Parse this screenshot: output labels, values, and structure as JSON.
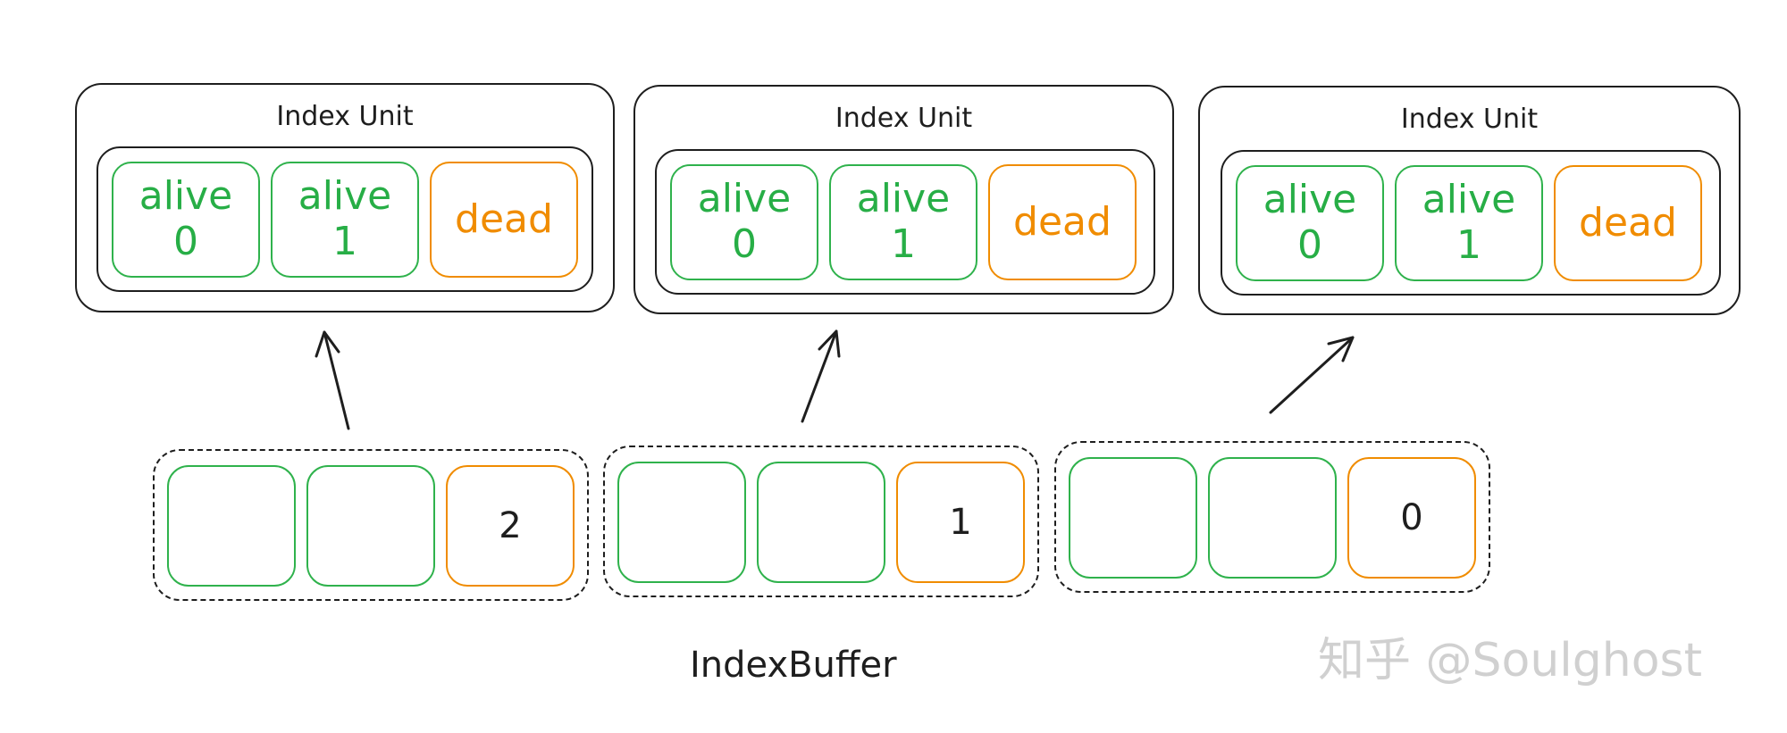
{
  "index_units": [
    {
      "title": "Index Unit",
      "cells": [
        {
          "label": "alive",
          "value": "0"
        },
        {
          "label": "alive",
          "value": "1"
        },
        {
          "label": "dead",
          "value": ""
        }
      ]
    },
    {
      "title": "Index Unit",
      "cells": [
        {
          "label": "alive",
          "value": "0"
        },
        {
          "label": "alive",
          "value": "1"
        },
        {
          "label": "dead",
          "value": ""
        }
      ]
    },
    {
      "title": "Index Unit",
      "cells": [
        {
          "label": "alive",
          "value": "0"
        },
        {
          "label": "alive",
          "value": "1"
        },
        {
          "label": "dead",
          "value": ""
        }
      ]
    }
  ],
  "buffer_groups": [
    {
      "slots": [
        "",
        "",
        "2"
      ]
    },
    {
      "slots": [
        "",
        "",
        "1"
      ]
    },
    {
      "slots": [
        "",
        "",
        "0"
      ]
    }
  ],
  "caption": "IndexBuffer",
  "watermark": "知乎 @Soulghost",
  "colors": {
    "alive": "#2fb24c",
    "dead": "#f08c00",
    "stroke": "#1e1e1e"
  }
}
